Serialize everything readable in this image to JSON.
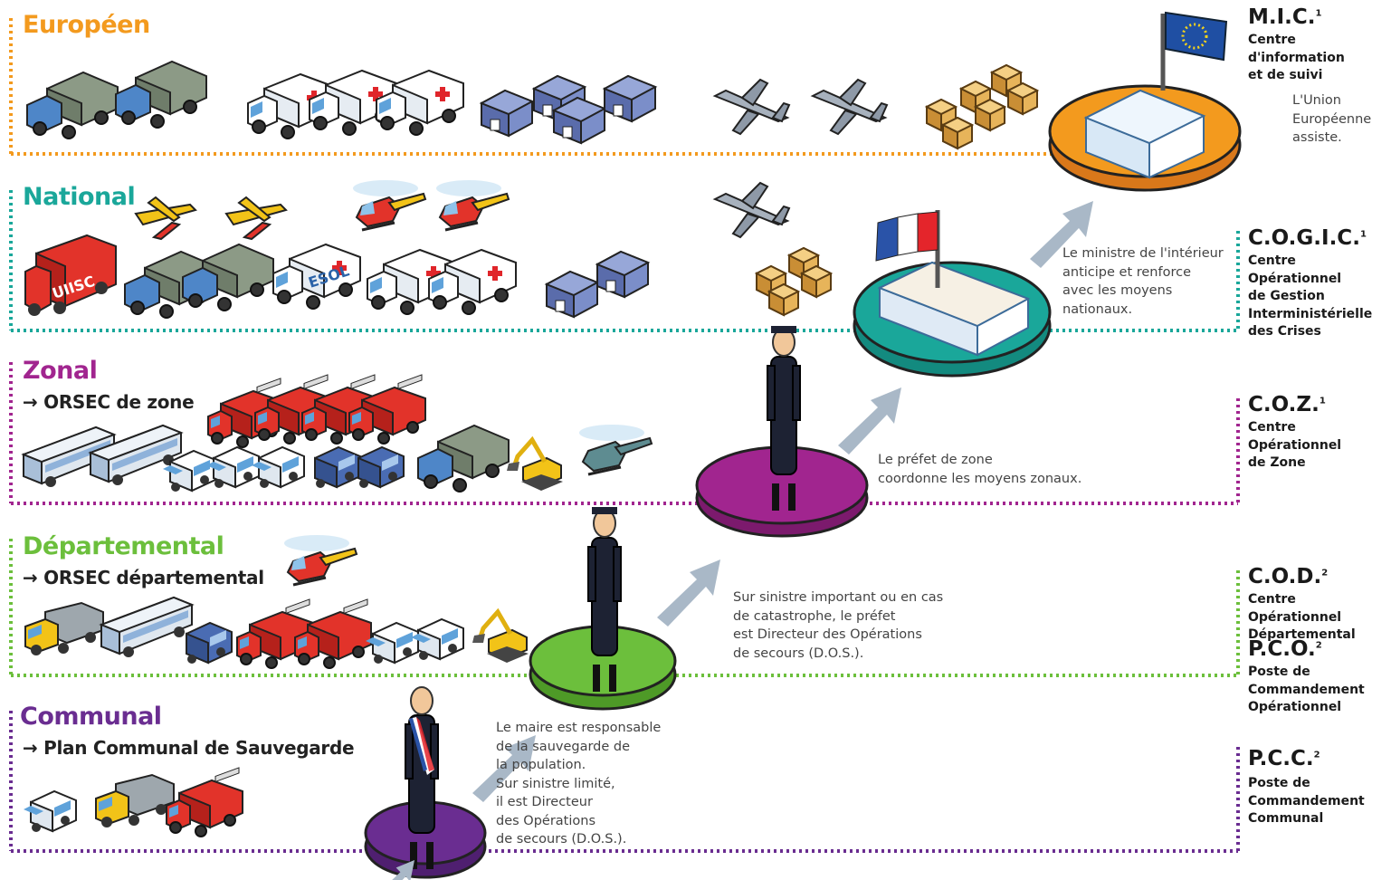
{
  "colors": {
    "europeen": "#f39a1e",
    "national": "#1aa79a",
    "zonal": "#a1258f",
    "departemental": "#6cbf3c",
    "communal": "#6a2d91",
    "arrow": "#a9b8c7"
  },
  "levels": [
    {
      "id": "europeen",
      "title": "Européen",
      "subtitle": "",
      "org_code": "M.I.C.",
      "org_sup": "1",
      "org_name": [
        "Centre",
        "d'information",
        "et de suivi"
      ],
      "note": [
        "L'Union",
        "Européenne",
        "assiste."
      ],
      "icons": [
        "military-truck-icon",
        "ambulance-icon",
        "tent-icon",
        "cargo-plane-icon",
        "supply-crates-icon"
      ],
      "platform_icon": "eu-building-icon",
      "flag": "eu-flag-icon"
    },
    {
      "id": "national",
      "title": "National",
      "subtitle": "",
      "org_code": "C.O.G.I.C.",
      "org_sup": "1",
      "org_name": [
        "Centre",
        "Opérationnel",
        "de Gestion",
        "Interministérielle",
        "des Crises"
      ],
      "note": [
        "Le ministre de l'intérieur",
        "anticipe et renforce",
        "avec les moyens",
        "nationaux."
      ],
      "truck_labels": [
        "UIISC",
        "ESOL"
      ],
      "icons": [
        "water-bomber-icon",
        "helicopter-icon",
        "fire-truck-icon",
        "military-truck-icon",
        "ambulance-icon",
        "tent-icon",
        "cargo-plane-icon",
        "supply-crates-icon"
      ],
      "platform_icon": "ministry-building-icon",
      "flag": "french-flag-icon"
    },
    {
      "id": "zonal",
      "title": "Zonal",
      "subtitle": "→ ORSEC de zone",
      "org_code": "C.O.Z.",
      "org_sup": "1",
      "org_name": [
        "Centre",
        "Opérationnel",
        "de Zone"
      ],
      "note": [
        "Le préfet de zone",
        "coordonne les moyens zonaux."
      ],
      "icons": [
        "bus-icon",
        "fire-engine-icon",
        "samu-ambulance-icon",
        "van-icon",
        "military-truck-icon",
        "excavator-icon",
        "helicopter-icon"
      ],
      "platform_icon": "prefect-icon"
    },
    {
      "id": "departemental",
      "title": "Départemental",
      "subtitle": "→ ORSEC départemental",
      "org_code": "C.O.D.",
      "org_sup": "2",
      "org_name": [
        "Centre Opérationnel",
        "Départemental"
      ],
      "org_code_2": "P.C.O.",
      "org_sup_2": "2",
      "org_name_2": [
        "Poste de",
        "Commandement",
        "Opérationnel"
      ],
      "note": [
        "Sur sinistre important ou en cas",
        "de catastrophe, le préfet",
        "est Directeur des Opérations",
        "de secours (D.O.S.)."
      ],
      "icons": [
        "dump-truck-icon",
        "bus-icon",
        "van-icon",
        "fire-engine-icon",
        "samu-ambulance-icon",
        "excavator-icon",
        "helicopter-icon"
      ],
      "platform_icon": "prefect-icon"
    },
    {
      "id": "communal",
      "title": "Communal",
      "subtitle": "→ Plan Communal de Sauvegarde",
      "org_code": "P.C.C.",
      "org_sup": "2",
      "org_name": [
        "Poste de",
        "Commandement",
        "Communal"
      ],
      "note": [
        "Le maire est responsable",
        "de la sauvegarde de",
        "la population.",
        "Sur sinistre limité,",
        "il est Directeur",
        "des Opérations",
        "de secours (D.O.S.)."
      ],
      "icons": [
        "samu-ambulance-icon",
        "dump-truck-icon",
        "fire-engine-icon"
      ],
      "platform_icon": "mayor-icon"
    }
  ]
}
